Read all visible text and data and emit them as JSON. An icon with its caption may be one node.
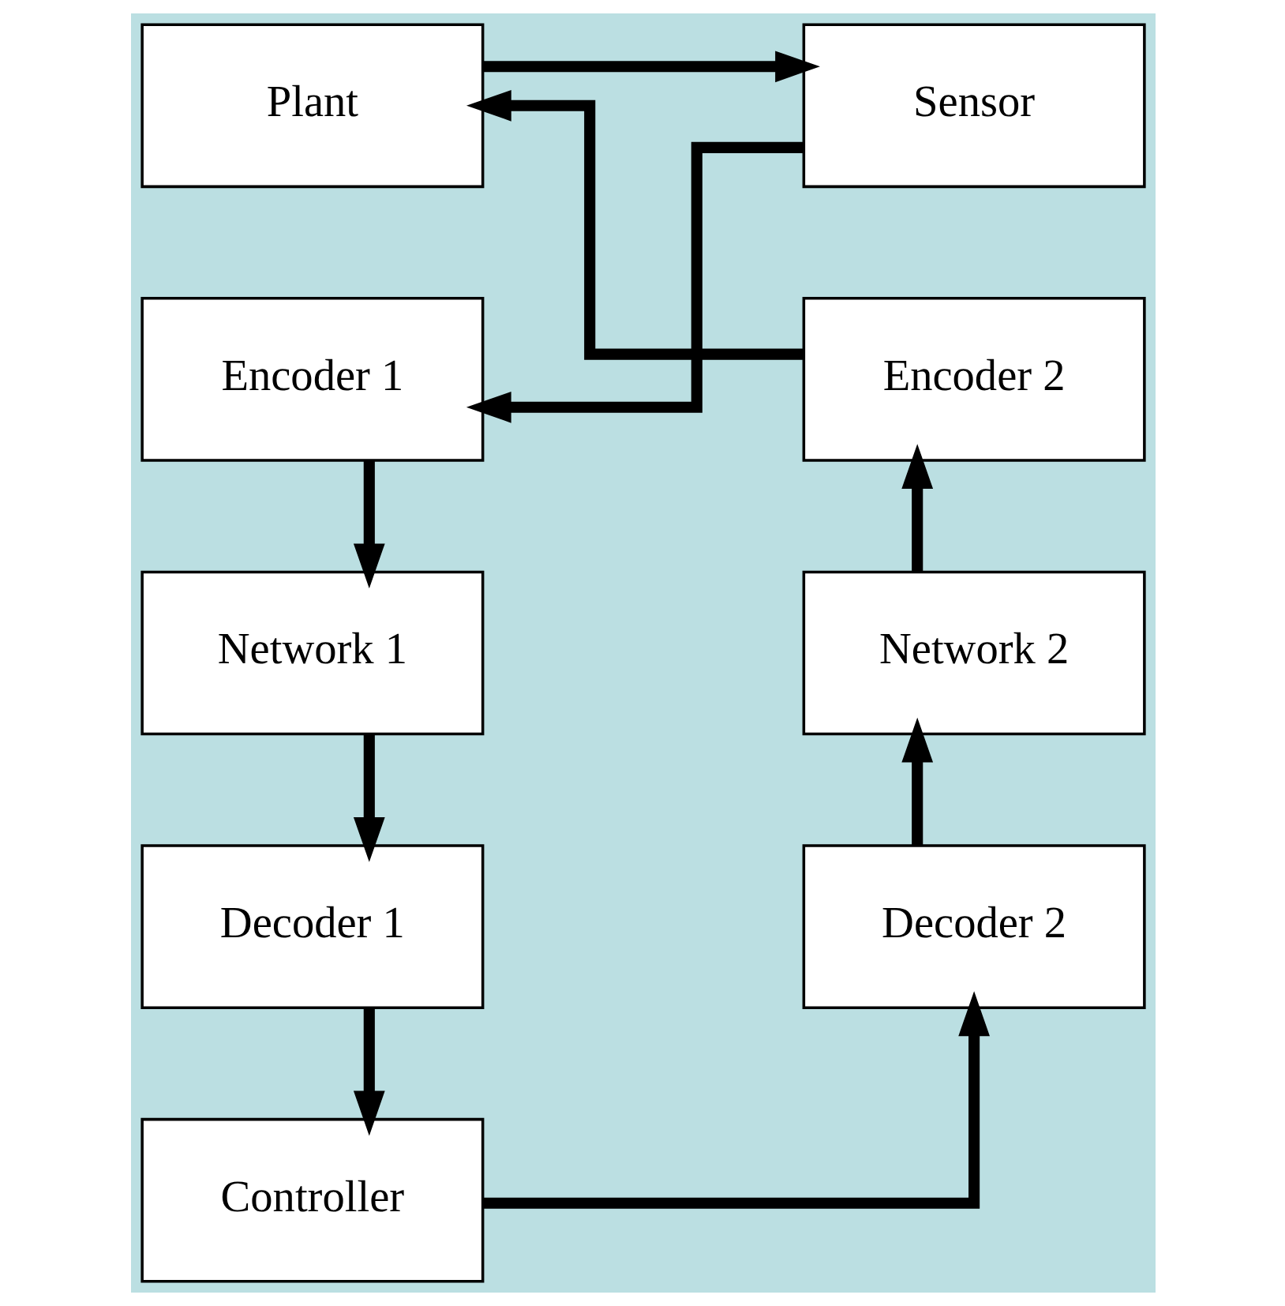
{
  "diagram": {
    "nodes": [
      {
        "text": [
          "Plant"
        ]
      },
      {
        "text": [
          "Sensor"
        ]
      },
      {
        "text": [
          "Encoder 1"
        ]
      },
      {
        "text": [
          "Network 1"
        ]
      },
      {
        "text": [
          "Decoder 1"
        ]
      },
      {
        "text": [
          "Controller"
        ]
      },
      {
        "text": [
          "Decoder 2"
        ]
      },
      {
        "text": [
          "Network 2"
        ]
      },
      {
        "text": [
          "Encoder 2"
        ]
      }
    ],
    "edges": [
      {
        "from": 0,
        "to": 1,
        "arrow": "to"
      },
      {
        "from": 1,
        "to": 2,
        "arrow": "to"
      },
      {
        "from": 2,
        "to": 3,
        "arrow": "to"
      },
      {
        "from": 3,
        "to": 4,
        "arrow": "to"
      },
      {
        "from": 4,
        "to": 5,
        "arrow": "to"
      },
      {
        "from": 5,
        "to": 6,
        "arrow": "to"
      },
      {
        "from": 6,
        "to": 7,
        "arrow": "to"
      },
      {
        "from": 7,
        "to": 8,
        "arrow": "to"
      },
      {
        "from": 8,
        "to": 0,
        "arrow": "to"
      }
    ]
  }
}
